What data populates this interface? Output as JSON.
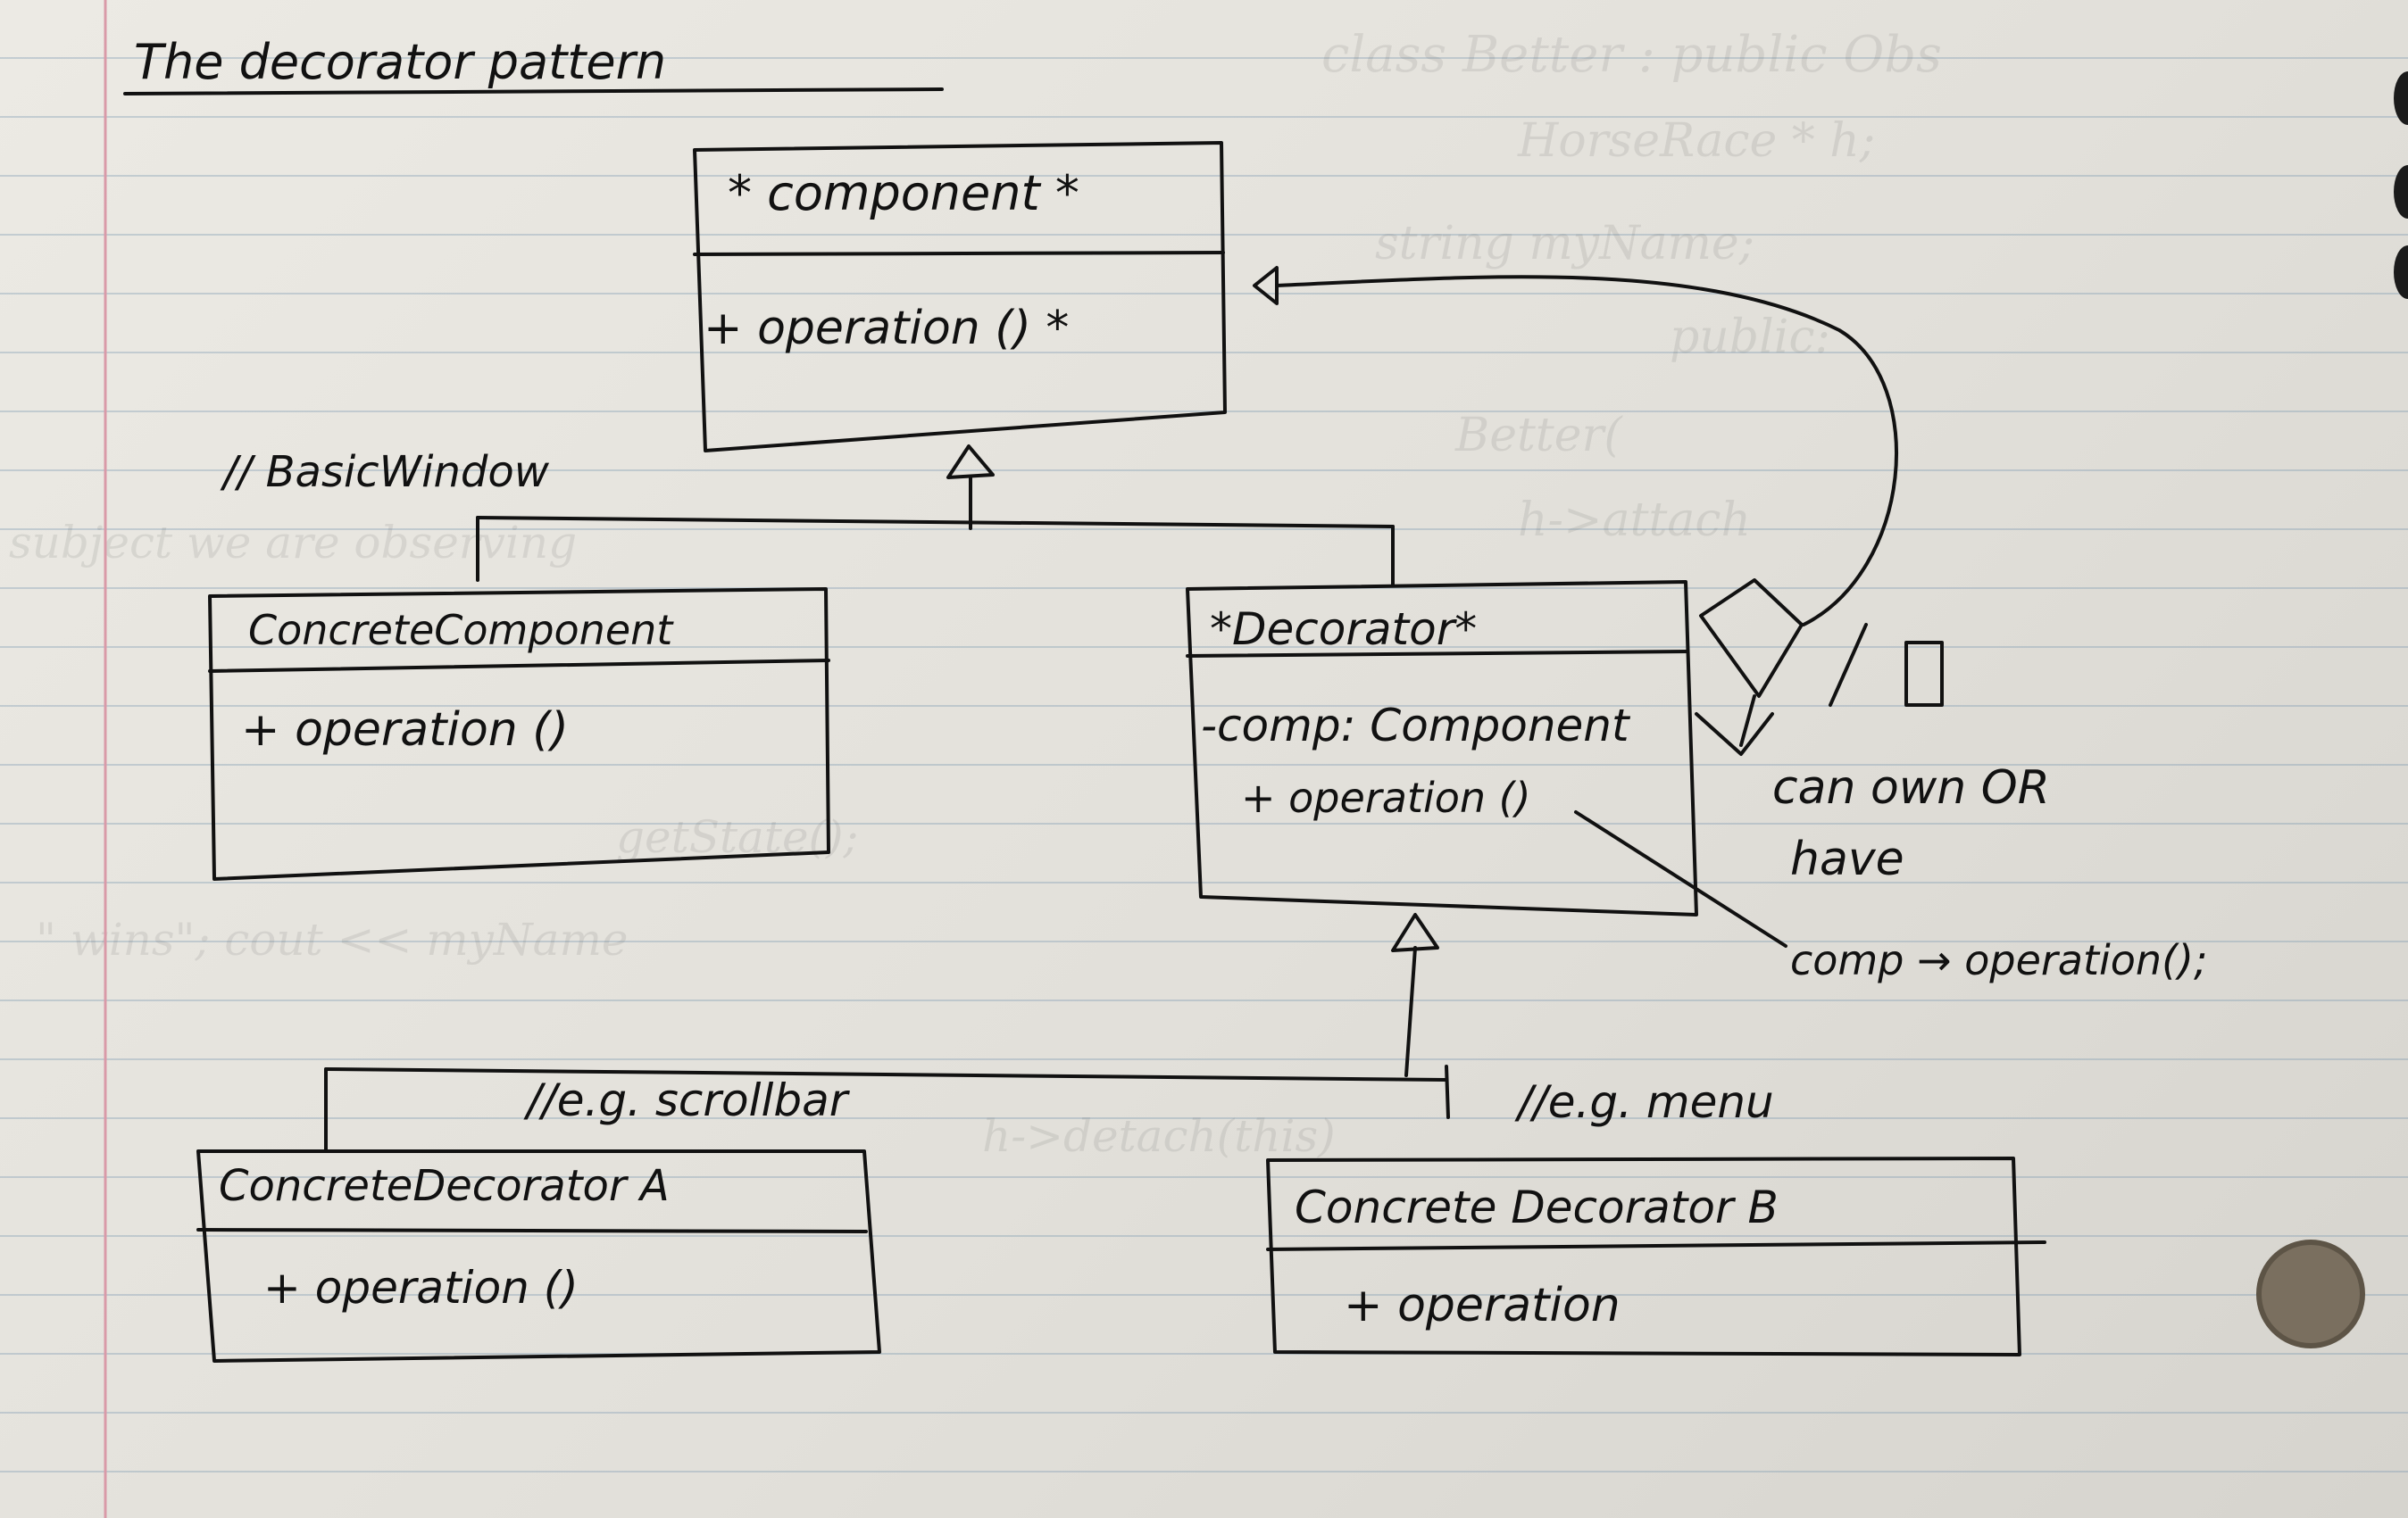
{
  "title": "The decorator pattern",
  "component": {
    "name": "* component *",
    "operation": "+ operation () *"
  },
  "basic_window_note": "// BasicWindow",
  "concrete_component": {
    "name": "ConcreteComponent",
    "operation": "+ operation ()"
  },
  "decorator": {
    "name": "*Decorator*",
    "field": "-comp: Component",
    "operation": "+ operation ()"
  },
  "ownership_note": {
    "line1": "can own OR",
    "line2": "have"
  },
  "call_note": "comp → operation();",
  "scrollbar_note": "//e.g. scrollbar",
  "menu_note": "//e.g. menu",
  "concrete_decorator_a": {
    "name": "ConcreteDecorator A",
    "operation": "+ operation ()"
  },
  "concrete_decorator_b": {
    "name": "Concrete Decorator B",
    "operation": "+ operation"
  },
  "colors": {
    "paper": "#e6e4de",
    "ink": "#111111",
    "rule_lines": "#7896af",
    "margin_line": "#d99aa8",
    "punch_hole": "#7a6f5f"
  }
}
